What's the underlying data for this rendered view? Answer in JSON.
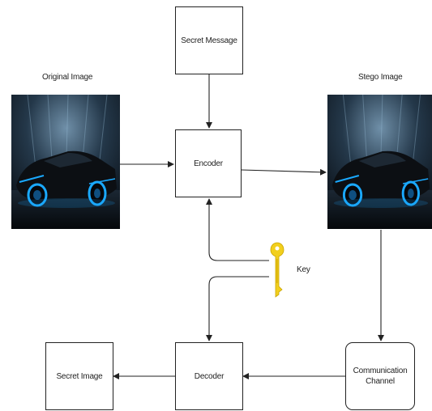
{
  "nodes": {
    "secret_message": "Secret Message",
    "encoder": "Encoder",
    "decoder": "Decoder",
    "secret_image": "Secret Image",
    "communication_channel_line1": "Communication",
    "communication_channel_line2": "Channel"
  },
  "labels": {
    "original_image": "Original Image",
    "stego_image": "Stego Image",
    "key": "Key"
  },
  "colors": {
    "line": "#222222",
    "key": "#f2cf1d",
    "photo_glow": "#1aa9ff"
  },
  "icons": {
    "key": "key-icon",
    "car": "car-photo"
  }
}
